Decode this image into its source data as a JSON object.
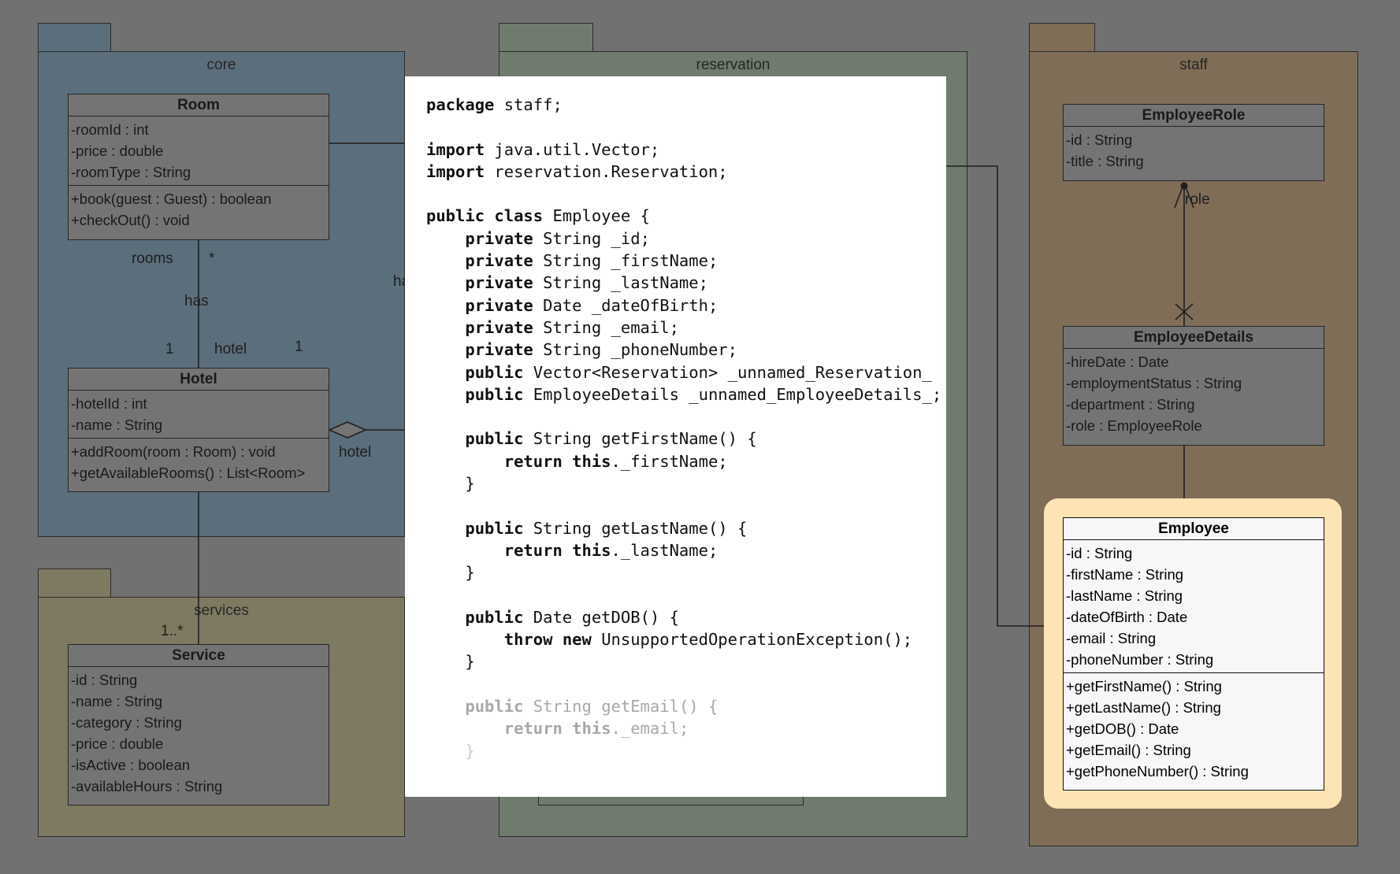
{
  "packages": {
    "core": "core",
    "reservation": "reservation",
    "staff": "staff",
    "services": "services"
  },
  "classes": {
    "room": {
      "name": "Room",
      "attributes": [
        "-roomId : int",
        "-price : double",
        "-roomType : String"
      ],
      "operations": [
        "+book(guest : Guest) : boolean",
        "+checkOut() : void"
      ]
    },
    "hotel": {
      "name": "Hotel",
      "attributes": [
        "-hotelId : int",
        "-name : String"
      ],
      "operations": [
        "+addRoom(room : Room) : void",
        "+getAvailableRooms() : List<Room>"
      ]
    },
    "service": {
      "name": "Service",
      "attributes": [
        "-id : String",
        "-name : String",
        "-category : String",
        "-price : double",
        "-isActive : boolean",
        "-availableHours : String"
      ]
    },
    "employee_role": {
      "name": "EmployeeRole",
      "attributes": [
        "-id : String",
        "-title : String"
      ]
    },
    "employee_details": {
      "name": "EmployeeDetails",
      "attributes": [
        "-hireDate : Date",
        "-employmentStatus : String",
        "-department : String",
        "-role : EmployeeRole"
      ]
    },
    "employee": {
      "name": "Employee",
      "attributes": [
        "-id : String",
        "-firstName : String",
        "-lastName : String",
        "-dateOfBirth : Date",
        "-email : String",
        "-phoneNumber : String"
      ],
      "operations": [
        "+getFirstName() : String",
        "+getLastName() : String",
        "+getDOB() : Date",
        "+getEmail() : String",
        "+getPhoneNumber() : String"
      ]
    }
  },
  "associations": {
    "rooms_role": "rooms",
    "rooms_mult": "*",
    "has": "has",
    "hotel_mult_1": "1",
    "hotel_role": "hotel",
    "hotel_mult_2": "1",
    "hotel_aggregation_role": "hotel",
    "clipped_has": "ha",
    "service_mult": "1..*",
    "role_role": "role"
  },
  "code": {
    "lines": [
      "package staff;",
      "",
      "import java.util.Vector;",
      "import reservation.Reservation;",
      "",
      "public class Employee {",
      "    private String _id;",
      "    private String _firstName;",
      "    private String _lastName;",
      "    private Date _dateOfBirth;",
      "    private String _email;",
      "    private String _phoneNumber;",
      "    public Vector<Reservation> _unnamed_Reservation_",
      "    public EmployeeDetails _unnamed_EmployeeDetails_;",
      "",
      "    public String getFirstName() {",
      "        return this._firstName;",
      "    }",
      "",
      "    public String getLastName() {",
      "        return this._lastName;",
      "    }",
      "",
      "    public Date getDOB() {",
      "        throw new UnsupportedOperationException();",
      "    }",
      "",
      "    public String getEmail() {",
      "        return this._email;",
      "    }"
    ],
    "keywords": [
      "package",
      "import",
      "public",
      "class",
      "private",
      "return",
      "this",
      "throw",
      "new"
    ]
  },
  "colors": {
    "background": "#717171",
    "core": "#5b6e7c",
    "services": "#7e7a62",
    "reservation": "#6f7c6d",
    "staff": "#7f6d58",
    "highlight": "#fde4b5",
    "code_panel": "#ffffff"
  }
}
